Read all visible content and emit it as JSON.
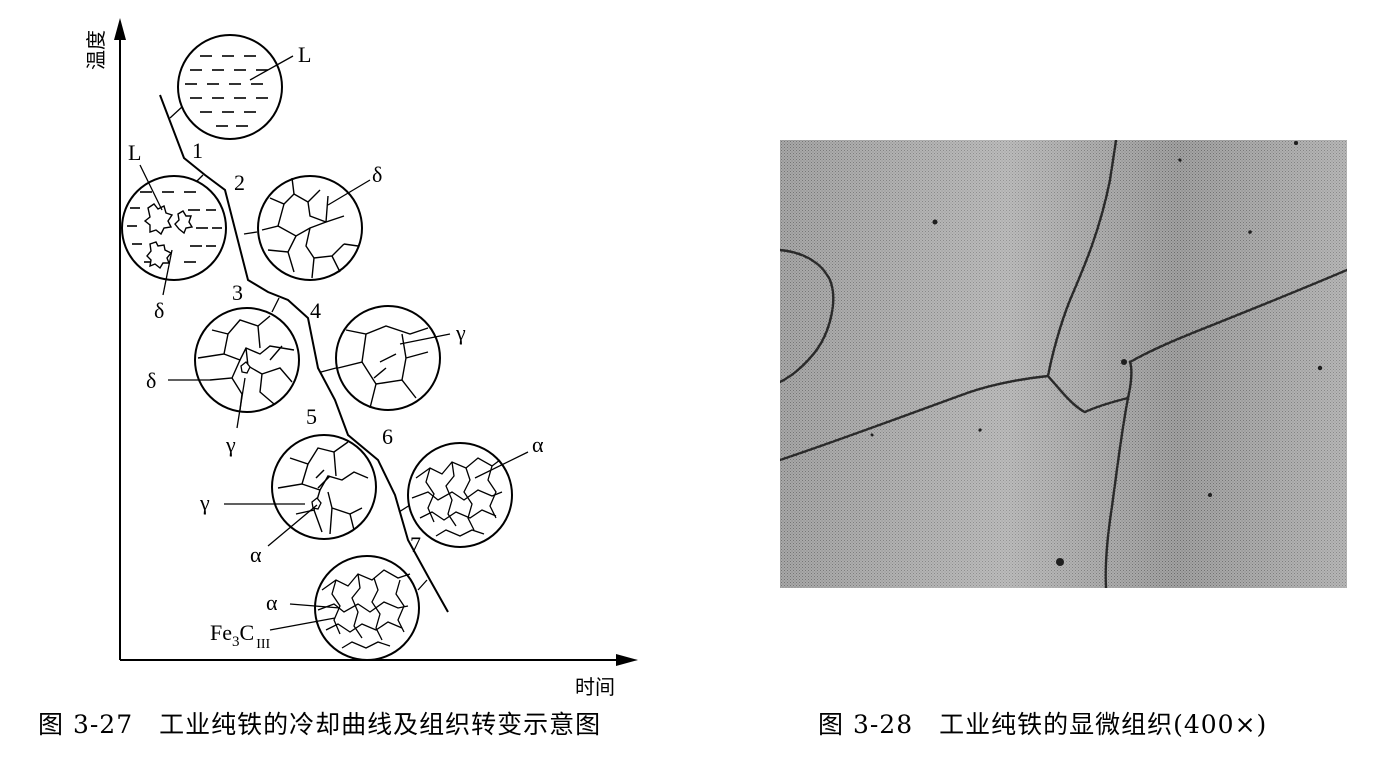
{
  "figure_27": {
    "caption": "图 3-27　工业纯铁的冷却曲线及组织转变示意图",
    "y_axis_label": "温度",
    "x_axis_label": "时间",
    "segment_labels": [
      "1",
      "2",
      "3",
      "4",
      "5",
      "6",
      "7"
    ],
    "phase_labels": {
      "liquid_top": "L",
      "liquid_mixed": "L",
      "delta_mixed": "δ",
      "delta_full": "δ",
      "delta_left": "δ",
      "gamma_small": "γ",
      "gamma_full": "γ",
      "gamma_left": "γ",
      "alpha_small": "α",
      "alpha_full": "α",
      "alpha_final": "α",
      "fe3c_main": "Fe",
      "fe3c_sub": "3",
      "fe3c_c": "C",
      "fe3c_roman": "III"
    }
  },
  "figure_28": {
    "caption": "图 3-28　工业纯铁的显微组织(400×)"
  }
}
